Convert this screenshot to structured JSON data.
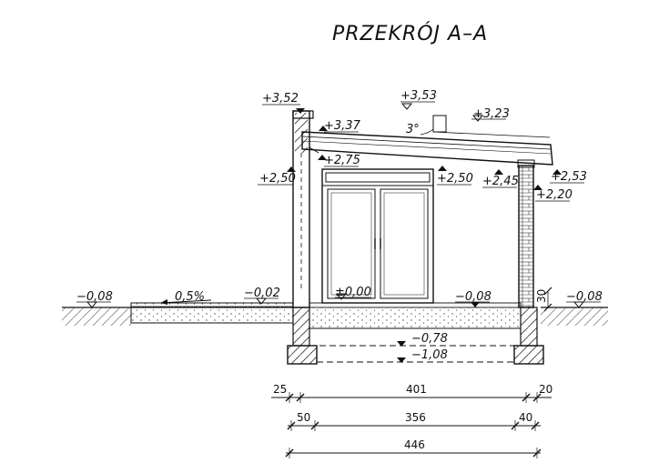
{
  "title": "PRZEKRÓJ A–A",
  "levels": {
    "parapet_top": "+3,52",
    "roof_peak": "+3,53",
    "roof_rear": "+3,23",
    "ceiling_top": "+3,37",
    "roof_slope": "3°",
    "beam_bottom": "+2,75",
    "left_lintel": "+2,50",
    "mid_lintel": "+2,50",
    "right_wall_top": "+2,45",
    "right_eave": "+2,53",
    "right_lintel": "+2,20",
    "ground_left": "−0,08",
    "terrace_slope": "0,5%",
    "terrace_level": "−0,02",
    "floor_zero": "±0,00",
    "inner_step": "−0,08",
    "ground_right": "−0,08",
    "foundation_top": "−0,78",
    "foundation_bottom": "−1,08"
  },
  "side_dimension": "30",
  "dimensions": {
    "row1": [
      "25",
      "401",
      "20"
    ],
    "row2": [
      "50",
      "356",
      "40"
    ],
    "row3": [
      "446"
    ]
  }
}
